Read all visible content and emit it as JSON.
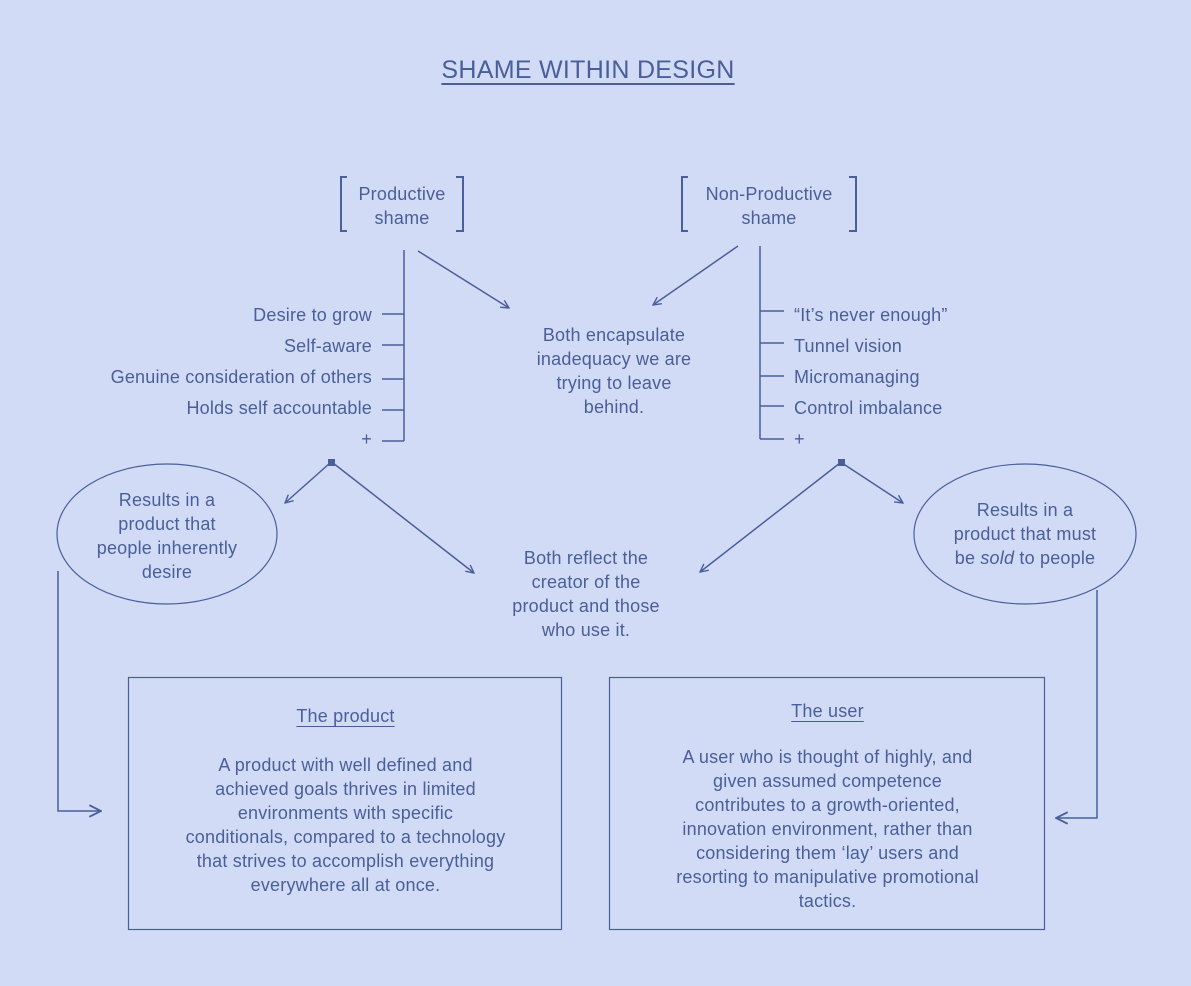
{
  "title": "SHAME WITHIN DESIGN",
  "productive": {
    "label_line1": "Productive",
    "label_line2": "shame",
    "traits": [
      "Desire to grow",
      "Self-aware",
      "Genuine consideration of others",
      "Holds self accountable",
      "+"
    ],
    "result_lines": [
      "Results in a",
      "product that",
      "people inherently",
      "desire"
    ]
  },
  "non_productive": {
    "label_line1": "Non-Productive",
    "label_line2": "shame",
    "traits": [
      "“It’s never enough”",
      "Tunnel vision",
      "Micromanaging",
      "Control imbalance",
      "+"
    ],
    "result_line1": "Results in a",
    "result_line2": "product that must",
    "result_line3_pre": "be ",
    "result_line3_em": "sold",
    "result_line3_post": " to people"
  },
  "both_encapsulate_lines": [
    "Both encapsulate",
    "inadequacy we are",
    "trying to leave",
    "behind."
  ],
  "both_reflect_lines": [
    "Both reflect the",
    "creator of the",
    "product and those",
    "who use it."
  ],
  "product_box": {
    "title": "The product",
    "body_lines": [
      "A product with well defined and",
      "achieved goals thrives in limited",
      "environments with specific",
      "conditionals, compared to a technology",
      "that strives to accomplish everything",
      "everywhere all at once."
    ]
  },
  "user_box": {
    "title": "The user",
    "body_lines": [
      "A user who is thought of highly, and",
      "given assumed competence",
      "contributes to a growth-oriented,",
      "innovation environment, rather than",
      "considering them ‘lay’ users and",
      "resorting to manipulative promotional",
      "tactics."
    ]
  },
  "colors": {
    "background": "#d1dbf6",
    "ink": "#4a5f9a"
  }
}
